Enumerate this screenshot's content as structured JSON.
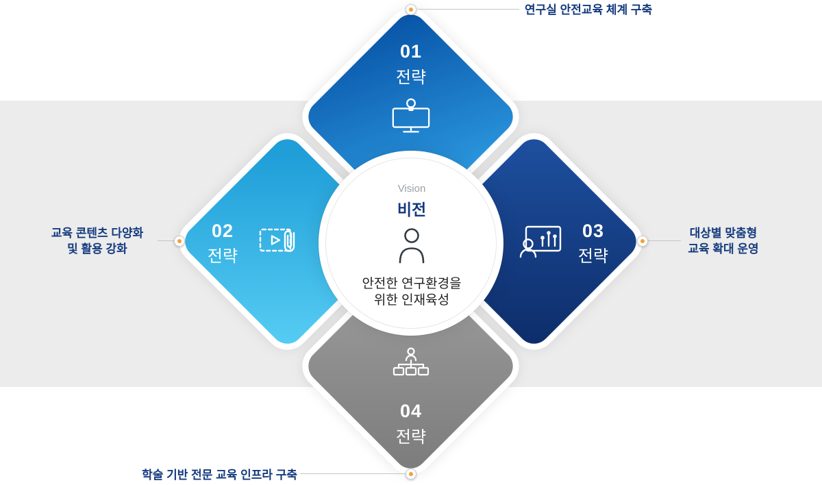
{
  "vision": {
    "eyebrow": "Vision",
    "title": "비전",
    "statement_line1": "안전한 연구환경을",
    "statement_line2": "위한 인재육성"
  },
  "strategies": {
    "s1": {
      "number": "01",
      "label": "전략",
      "callout": "연구실 안전교육 체계 구축"
    },
    "s2": {
      "number": "02",
      "label": "전략",
      "callout_line1": "교육 콘텐츠 다양화",
      "callout_line2": "및 활용 강화"
    },
    "s3": {
      "number": "03",
      "label": "전략",
      "callout_line1": "대상별 맞춤형",
      "callout_line2": "교육 확대 운영"
    },
    "s4": {
      "number": "04",
      "label": "전략",
      "callout": "학술 기반 전문 교육 인프라 구축"
    }
  },
  "icons": {
    "s1": "monitor-lightbulb-icon",
    "s2": "video-content-paperclip-icon",
    "s3": "person-chart-icon",
    "s4": "org-chart-icon",
    "vision": "person-icon"
  },
  "colors": {
    "strategy1": "#1272c8",
    "strategy2": "#35b0e5",
    "strategy3": "#123a80",
    "strategy4": "#8c8c8c",
    "callout_text": "#143a7e",
    "accent_dot": "#f0a13a",
    "band": "#ececec"
  }
}
